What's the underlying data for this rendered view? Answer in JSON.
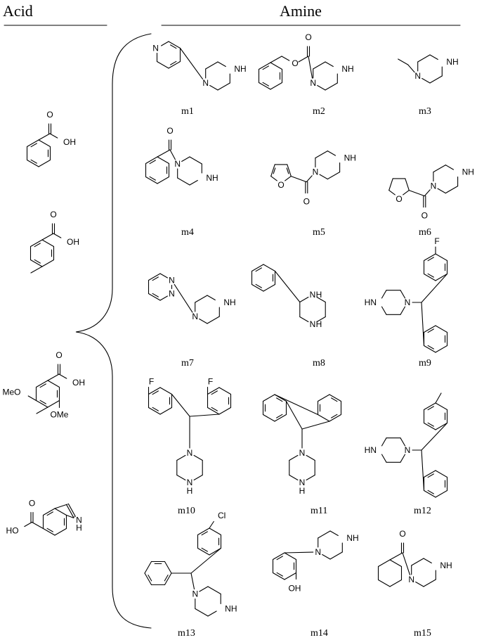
{
  "headers": {
    "acid": "Acid",
    "amine": "Amine"
  },
  "acids": [
    {
      "id": "benzoic-acid",
      "labels": [
        "O",
        "OH"
      ]
    },
    {
      "id": "p-toluic-acid",
      "labels": [
        "O",
        "OH"
      ]
    },
    {
      "id": "dimethoxy-methylbenzoic-acid",
      "labels": [
        "MeO",
        "O",
        "OH",
        "OMe"
      ]
    },
    {
      "id": "indole-5-carboxylic-acid",
      "labels": [
        "O",
        "HO",
        "N",
        "H"
      ]
    }
  ],
  "amines": [
    {
      "label": "m1",
      "atoms": [
        "N",
        "N",
        "NH"
      ]
    },
    {
      "label": "m2",
      "atoms": [
        "O",
        "O",
        "N",
        "NH"
      ]
    },
    {
      "label": "m3",
      "atoms": [
        "N",
        "NH"
      ]
    },
    {
      "label": "m4",
      "atoms": [
        "O",
        "N",
        "NH"
      ]
    },
    {
      "label": "m5",
      "atoms": [
        "NH",
        "N",
        "O",
        "O"
      ]
    },
    {
      "label": "m6",
      "atoms": [
        "NH",
        "N",
        "O",
        "O"
      ]
    },
    {
      "label": "m7",
      "atoms": [
        "N",
        "N",
        "N",
        "NH"
      ]
    },
    {
      "label": "m8",
      "atoms": [
        "N",
        "H",
        "N",
        "H"
      ]
    },
    {
      "label": "m9",
      "atoms": [
        "F",
        "HN",
        "N"
      ]
    },
    {
      "label": "m10",
      "atoms": [
        "F",
        "F",
        "N",
        "N",
        "H"
      ]
    },
    {
      "label": "m11",
      "atoms": [
        "N",
        "N",
        "H"
      ]
    },
    {
      "label": "m12",
      "atoms": [
        "HN",
        "N"
      ]
    },
    {
      "label": "m13",
      "atoms": [
        "Cl",
        "N",
        "NH"
      ]
    },
    {
      "label": "m14",
      "atoms": [
        "NH",
        "N",
        "OH"
      ]
    },
    {
      "label": "m15",
      "atoms": [
        "O",
        "N",
        "NH"
      ]
    }
  ]
}
